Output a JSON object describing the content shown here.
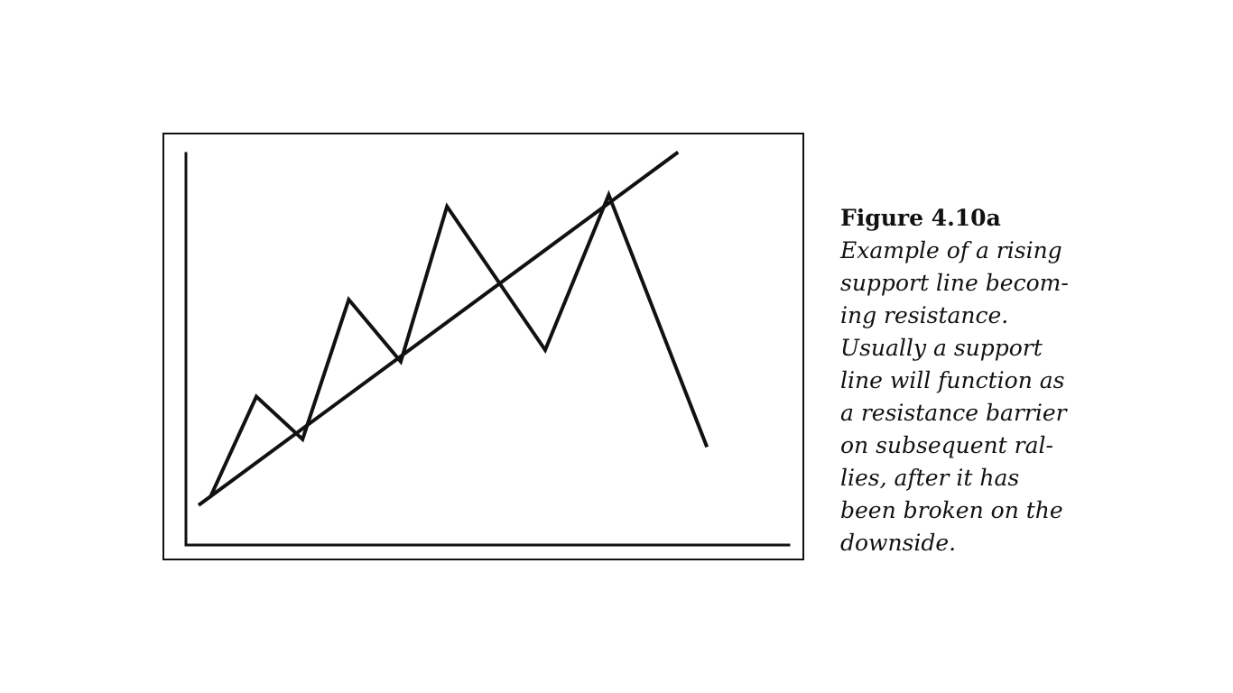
{
  "figure": {
    "title": "Figure 4.10a",
    "caption_lines": [
      "Example of a rising",
      "support line becom-",
      "ing resistance.",
      "Usually a support",
      "line will function as",
      "a resistance barrier",
      "on subsequent ral-",
      "lies, after it has",
      "been broken on the",
      "downside."
    ]
  },
  "chart_data": {
    "type": "line",
    "title": "",
    "xlabel": "",
    "ylabel": "",
    "grid": false,
    "xlim": [
      0,
      100
    ],
    "ylim": [
      0,
      100
    ],
    "series": [
      {
        "role": "price",
        "x": [
          2,
          10,
          18,
          26,
          35,
          43,
          60,
          71,
          88
        ],
        "y": [
          9,
          35,
          24,
          60,
          44,
          84,
          47,
          87,
          22
        ]
      },
      {
        "role": "trendline",
        "x": [
          0,
          83
        ],
        "y": [
          7,
          98
        ]
      }
    ],
    "colors": {
      "stroke": "#111111"
    }
  }
}
